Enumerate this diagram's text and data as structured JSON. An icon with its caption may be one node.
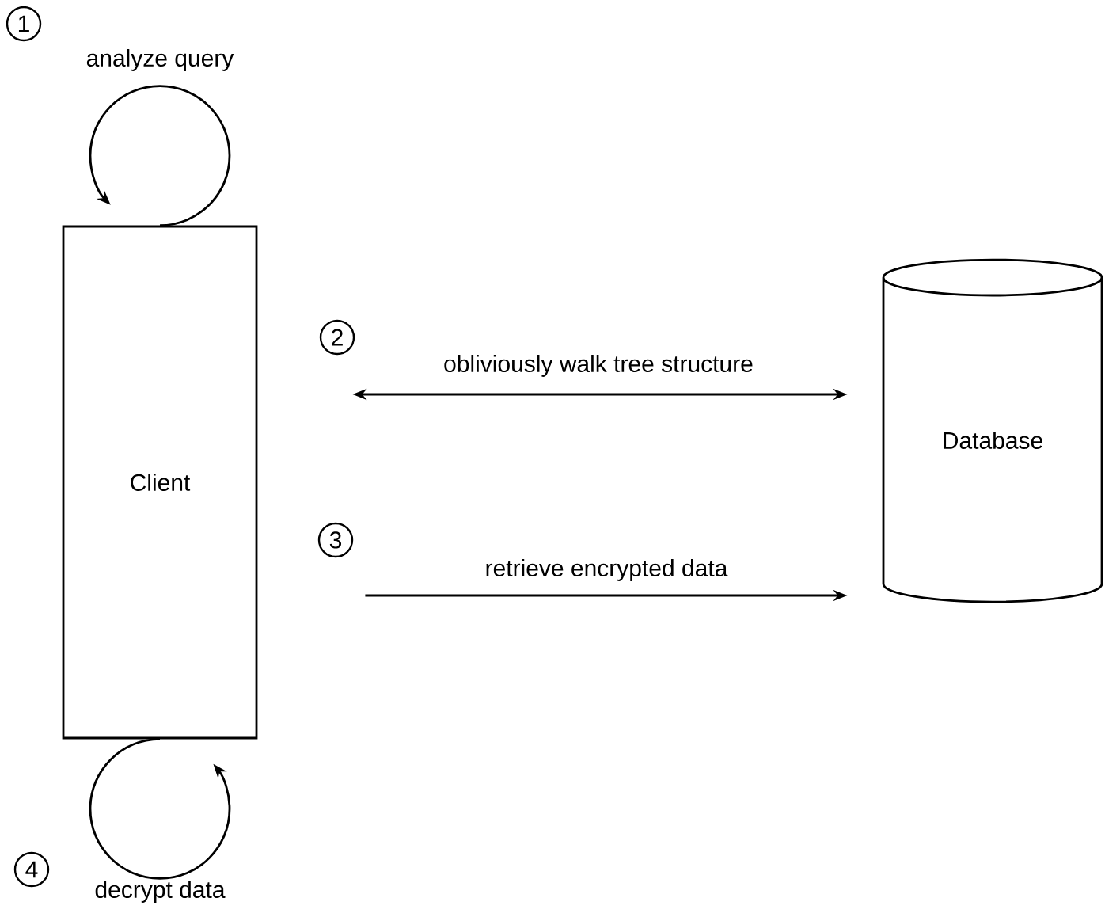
{
  "diagram": {
    "nodes": [
      {
        "text": [
          "Client"
        ]
      },
      {
        "text": [
          "Database"
        ]
      }
    ],
    "edges": [
      {
        "from": 0,
        "to": 0,
        "arrow": "to",
        "label": "analyze query"
      },
      {
        "from": 0,
        "to": 1,
        "arrow": "both",
        "label": "obliviously walk tree structure"
      },
      {
        "from": 0,
        "to": 1,
        "arrow": "to",
        "label": "retrieve encrypted data"
      },
      {
        "from": 0,
        "to": 0,
        "arrow": "to",
        "label": "decrypt data"
      }
    ],
    "labels": [
      "1",
      "2",
      "3",
      "4"
    ]
  }
}
